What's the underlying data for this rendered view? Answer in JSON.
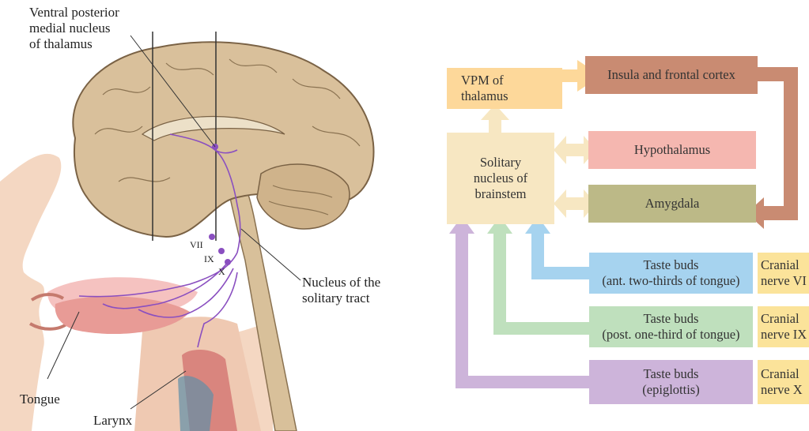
{
  "anatomy": {
    "vpm_label": [
      "Ventral posterior",
      "medial nucleus",
      "of thalamus"
    ],
    "nts_label": [
      "Nucleus of the",
      "solitary tract"
    ],
    "tongue_label": "Tongue",
    "larynx_label": "Larynx",
    "nerve_vii": "VII",
    "nerve_ix": "IX",
    "nerve_x": "X"
  },
  "flowchart": {
    "vpm": [
      "VPM of",
      "thalamus"
    ],
    "insula": "Insula and frontal cortex",
    "solitary": [
      "Solitary",
      "nucleus of",
      "brainstem"
    ],
    "hypothalamus": "Hypothalamus",
    "amygdala": "Amygdala",
    "taste_ant": [
      "Taste buds",
      "(ant. two-thirds of tongue)"
    ],
    "taste_post": [
      "Taste buds",
      "(post. one-third of tongue)"
    ],
    "taste_epi": [
      "Taste buds",
      "(epiglottis)"
    ],
    "cranial_vii": [
      "Cranial",
      "nerve VI"
    ],
    "cranial_ix": [
      "Cranial",
      "nerve IX"
    ],
    "cranial_x": [
      "Cranial",
      "nerve X"
    ]
  },
  "colors": {
    "vpm": "#fdd89a",
    "insula": "#c98b72",
    "solitary": "#f7e7c2",
    "hypothalamus": "#f5b7b0",
    "amygdala": "#bcb987",
    "taste_ant": "#a6d3ef",
    "taste_post": "#bfe0bd",
    "taste_epi": "#cdb4da",
    "cranial": "#fbe39a",
    "nerve_path": "#8a4fc0"
  }
}
